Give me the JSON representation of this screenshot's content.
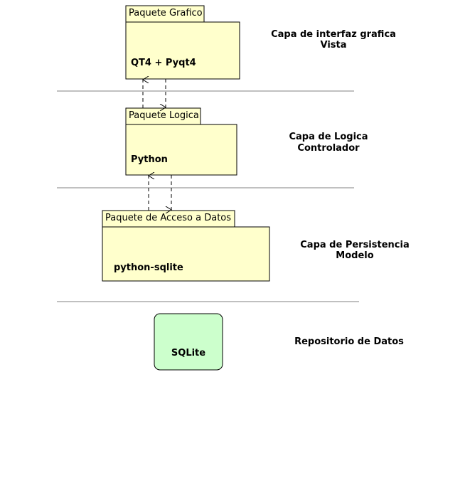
{
  "colors": {
    "package_fill": "#ffffcc",
    "repository_fill": "#ccffcc",
    "stroke": "#000000",
    "separator": "#808080"
  },
  "packages": [
    {
      "tab_label": "Paquete Grafico",
      "body_label": "QT4 + Pyqt4"
    },
    {
      "tab_label": "Paquete Logica",
      "body_label": "Python"
    },
    {
      "tab_label": "Paquete de Acceso a Datos",
      "body_label": "python-sqlite"
    }
  ],
  "repository": {
    "label": "SQLite"
  },
  "layers": [
    {
      "line1": "Capa de interfaz grafica",
      "line2": "Vista"
    },
    {
      "line1": "Capa de Logica",
      "line2": "Controlador"
    },
    {
      "line1": "Capa de Persistencia",
      "line2": "Modelo"
    },
    {
      "line1": "Repositorio de Datos",
      "line2": ""
    }
  ]
}
